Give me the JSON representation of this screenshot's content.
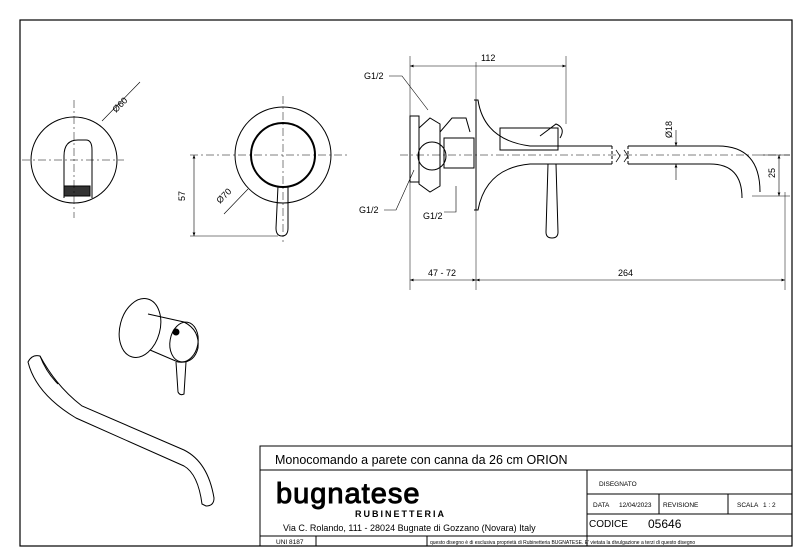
{
  "dimensions": {
    "diam60": "Ø60",
    "dim57": "57",
    "diam70": "Ø70",
    "g12_top": "G1/2",
    "g12_left": "G1/2",
    "g12_bottom": "G1/2",
    "dim112": "112",
    "diam18": "Ø18",
    "dim25": "25",
    "dim47_72": "47 - 72",
    "dim264": "264"
  },
  "title_block": {
    "title": "Monocomando a parete con canna da 26 cm ORION",
    "brand": "bugnatese",
    "brand_sub": "RUBINETTERIA",
    "address": "Via C. Rolando, 111 - 28024 Bugnate di Gozzano (Novara) Italy",
    "disegnato_label": "DISEGNATO",
    "data_label": "DATA",
    "data_value": "12/04/2023",
    "revisione_label": "REVISIONE",
    "scala_label": "SCALA",
    "scala_value": "1 : 2",
    "codice_label": "CODICE",
    "codice_value": "05646",
    "uni": "UNI 8187",
    "disclaimer": "questo disegno è di esclusiva proprietà di Rubinetteria BUGNATESE. E' vietata la divulgazione a terzi di questo disegno"
  }
}
